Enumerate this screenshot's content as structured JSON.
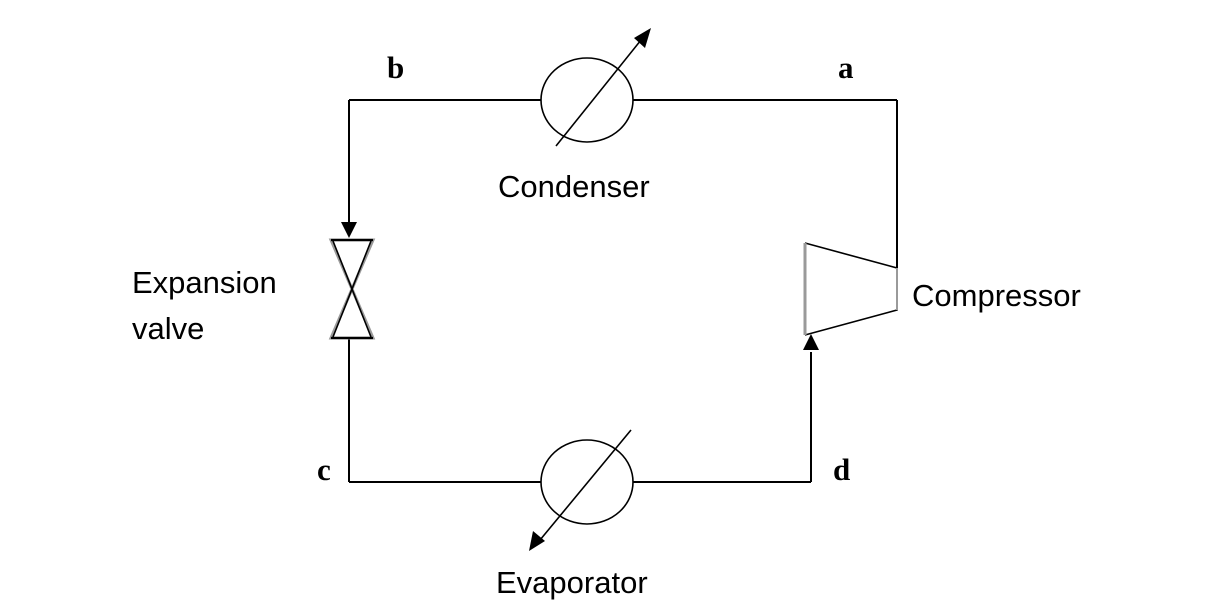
{
  "components": {
    "condenser": "Condenser",
    "evaporator": "Evaporator",
    "compressor": "Compressor",
    "expansion_valve": [
      "Expansion",
      "valve"
    ]
  },
  "state_points": {
    "a": "a",
    "b": "b",
    "c": "c",
    "d": "d"
  }
}
